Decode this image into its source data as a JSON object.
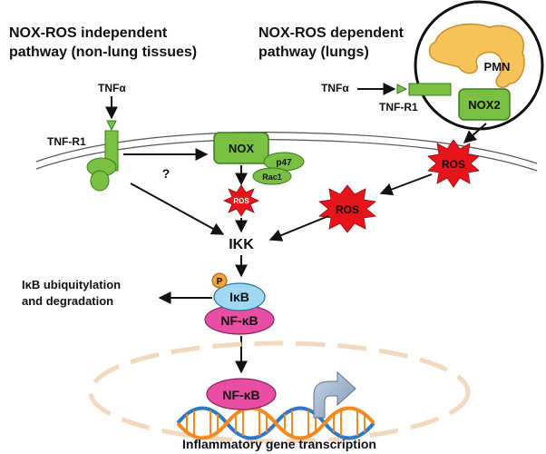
{
  "headings": {
    "independent_line1": "NOX-ROS independent",
    "independent_line2": "pathway (non-lung tissues)",
    "dependent_line1": "NOX-ROS dependent",
    "dependent_line2": "pathway (lungs)"
  },
  "labels": {
    "tnfa_left": "TNFα",
    "tnfa_right": "TNFα",
    "tnfr1_left": "TNF-R1",
    "tnfr1_right": "TNF-R1",
    "pmn": "PMN",
    "nox2": "NOX2",
    "nox": "NOX",
    "p47": "p47",
    "rac1": "Rac1",
    "question": "?",
    "ros_small": "ROS",
    "ros_right": "ROS",
    "ros_mid": "ROS",
    "ikk": "IKK",
    "p_badge": "P",
    "ikb_ubiq_line1": "IκB ubiquitylation",
    "ikb_ubiq_line2": "and degradation",
    "ikb": "IκB",
    "nfkb": "NF-κB",
    "nfkb_nucleus": "NF-κB",
    "transcription": "Inflammatory gene transcription"
  },
  "colors": {
    "receptor_green": "#79c043",
    "receptor_stroke": "#3a7a1e",
    "pmn_fill": "#f7c25a",
    "ros_red": "#e8141b",
    "ikb_blue": "#9fd8f0",
    "nfkb_pink": "#e84fa3",
    "p_orange": "#f2a23a",
    "dna_orange": "#f28a1e",
    "dna_blue": "#2f79c4",
    "nucleus_tan": "#f2d9bd",
    "arrow_gray": "#8da2c0"
  }
}
